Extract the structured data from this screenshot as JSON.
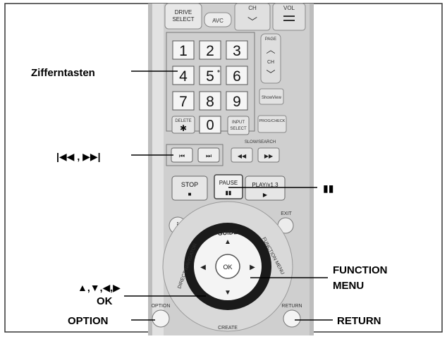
{
  "callouts": {
    "number_keys": "Zifferntasten",
    "skip": "|◀◀ , ▶▶|",
    "pause": "▮▮",
    "function_menu_1": "FUNCTION",
    "function_menu_2": "MENU",
    "cursor": "▲,▼,◀,▶",
    "ok": "OK",
    "option": "OPTION",
    "return": "RETURN"
  },
  "remote": {
    "top_left_1": "DRIVE",
    "top_left_2": "SELECT",
    "avc": "AVC",
    "ch_top": "CH",
    "vol_top": "VOL",
    "page": "PAGE",
    "ch": "CH",
    "keys": [
      "1",
      "2",
      "3",
      "4",
      "5",
      "6",
      "7",
      "8",
      "9",
      "0"
    ],
    "delete_1": "DELETE",
    "delete_sym": "✱",
    "input_1": "INPUT",
    "input_2": "SELECT",
    "show_view": "ShowView",
    "prog_check": "PROG/CHECK",
    "slow_search": "SLOW/SEARCH",
    "skip_back_sym": "⏮",
    "skip_fwd_sym": "⏭",
    "rew_sym": "◀◀",
    "ff_sym": "▶▶",
    "stop": "STOP",
    "stop_sym": "■",
    "pause": "PAUSE",
    "pause_sym": "▮▮",
    "play": "PLAY/x1.3",
    "play_sym": "▶",
    "exit": "EXIT",
    "info": "i",
    "guide": "GUIDE",
    "direct_navigator": "DIRECT NAVIGATOR",
    "function_menu": "FUNCTION MENU",
    "ok": "OK",
    "option": "OPTION",
    "return": "RETURN",
    "create": "CREATE"
  },
  "colors": {
    "remote_body": "#c9c9c9",
    "remote_shadow": "#9a9a9a",
    "key_face": "#f4f4f4",
    "ring": "#1a1a1a",
    "callout_line": "#000000"
  }
}
